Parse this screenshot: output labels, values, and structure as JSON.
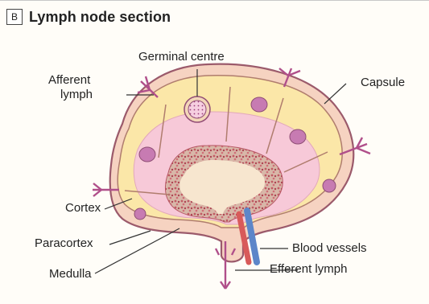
{
  "header": {
    "badge": "B",
    "title": "Lymph node section"
  },
  "labels": {
    "germinal_centre": "Germinal centre",
    "afferent_lymph_line1": "Afferent",
    "afferent_lymph_line2": "lymph",
    "capsule": "Capsule",
    "cortex": "Cortex",
    "paracortex": "Paracortex",
    "medulla": "Medulla",
    "blood_vessels": "Blood vessels",
    "efferent_lymph": "Efferent lymph"
  },
  "colors": {
    "capsule_fill": "#f6d3c1",
    "capsule_stroke": "#9b5a6b",
    "cortex_fill": "#fbe7a8",
    "paracortex_fill": "#f7c9d8",
    "medulla_fill": "#c9606d",
    "lumen_fill": "#f7e6cf",
    "vessel_artery": "#d85a5a",
    "vessel_vein": "#5d86c9",
    "lymph_vessel": "#b04f8a",
    "nodule_fill": "#c77bb2"
  }
}
